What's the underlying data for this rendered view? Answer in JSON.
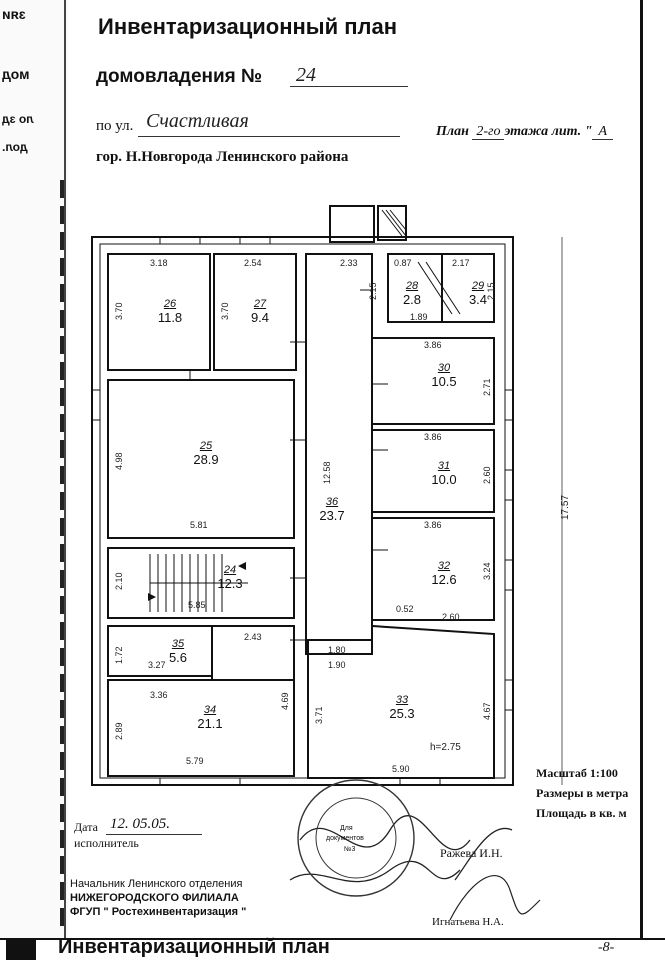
{
  "header": {
    "title": "Инвентаризационный план",
    "object_label": "домовладения №",
    "object_number": "24",
    "street_prefix": "по ул.",
    "street_name": "Счастливая",
    "city_line": "гор. Н.Новгорода Ленинского района",
    "floor_label_a": "План",
    "floor_value": "2-го",
    "floor_label_b": "этажа лит. \"",
    "liter_value": "А"
  },
  "spine_fragments": [
    "зяи",
    "мод",
    "ло зд",
    "дол."
  ],
  "rooms": [
    {
      "num": "26",
      "area": "11.8"
    },
    {
      "num": "27",
      "area": "9.4"
    },
    {
      "num": "28",
      "area": "2.8"
    },
    {
      "num": "29",
      "area": "3.4"
    },
    {
      "num": "30",
      "area": "10.5"
    },
    {
      "num": "25",
      "area": "28.9"
    },
    {
      "num": "31",
      "area": "10.0"
    },
    {
      "num": "36",
      "area": "23.7"
    },
    {
      "num": "32",
      "area": "12.6"
    },
    {
      "num": "24",
      "area": "12.3"
    },
    {
      "num": "35",
      "area": "5.6"
    },
    {
      "num": "34",
      "area": "21.1"
    },
    {
      "num": "33",
      "area": "25.3"
    }
  ],
  "dimensions": {
    "d318": "3.18",
    "d254": "2.54",
    "d233": "2.33",
    "d087": "0.87",
    "d217": "2.17",
    "d215a": "2.15",
    "d215b": "2.15",
    "d370a": "3.70",
    "d370b": "3.70",
    "d189": "1.89",
    "d386a": "3.86",
    "d271": "2.71",
    "d498": "4.98",
    "d1258": "12.58",
    "d386b": "3.86",
    "d260a": "2.60",
    "d581": "5.81",
    "d386c": "3.86",
    "d1757": "17.57",
    "d210": "2.10",
    "d324": "3.24",
    "d585": "5.85",
    "d052": "0.52",
    "d260b": "2.60",
    "d243": "2.43",
    "d180": "1.80",
    "d172": "1.72",
    "d327": "3.27",
    "d190": "1.90",
    "d336": "3.36",
    "d371": "3.71",
    "d467": "4.67",
    "d289": "2.89",
    "d469": "4.69",
    "d579": "5.79",
    "d590": "5.90",
    "height": "h=2.75"
  },
  "legend": {
    "scale": "Масштаб 1:100",
    "sizes": "Размеры в метра",
    "area": "Площадь в кв. м"
  },
  "footer": {
    "date_label": "Дата",
    "date_value": "12. 05.05.",
    "executor_label": "исполнитель",
    "executor_name": "Ражева И.Н.",
    "chief_line1": "Начальник Ленинского отделения",
    "chief_line2": "НИЖЕГОРОДСКОГО ФИЛИАЛА",
    "chief_line3": "ФГУП \" Ростехинвентаризация \"",
    "chief_name": "Игнатьева Н.А.",
    "stamp_line1": "Для",
    "stamp_line2": "документов",
    "stamp_line3": "№3",
    "next_page_title": "Инвентаризационный план",
    "page_mark": "-8-"
  }
}
